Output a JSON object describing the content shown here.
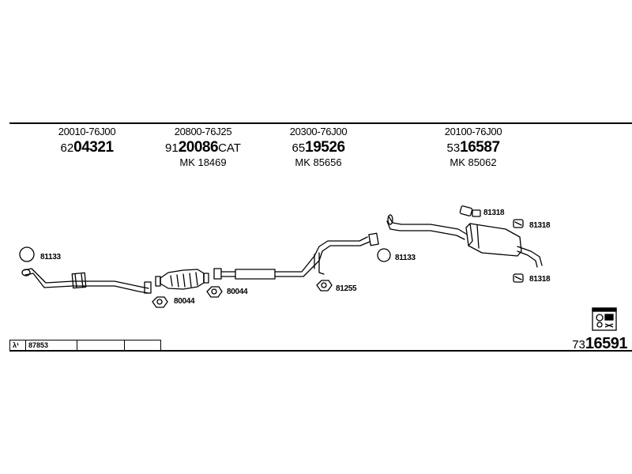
{
  "parts": [
    {
      "oe": "20010-76J00",
      "prefix": "62",
      "code": "04321",
      "suffix": "",
      "mk": ""
    },
    {
      "oe": "20800-76J25",
      "prefix": "91",
      "code": "20086",
      "suffix": "CAT",
      "mk": "MK 18469"
    },
    {
      "oe": "20300-76J00",
      "prefix": "65",
      "code": "19526",
      "suffix": "",
      "mk": "MK 85656"
    },
    {
      "oe": "20100-76J00",
      "prefix": "53",
      "code": "16587",
      "suffix": "",
      "mk": "MK 85062"
    }
  ],
  "labels": {
    "ring_front": "81133",
    "ring_mid": "81133",
    "gasket_1": "80044",
    "gasket_2": "80044",
    "gasket_3": "81255",
    "hanger_1": "81318",
    "hanger_2": "81318",
    "hanger_3": "81318"
  },
  "ref_table": {
    "symbol": "λ¹",
    "code": "87853",
    "empty_1": "",
    "empty_2": ""
  },
  "catalog": {
    "prefix": "73",
    "code": "16591"
  },
  "icon": "mounting-kit-icon"
}
